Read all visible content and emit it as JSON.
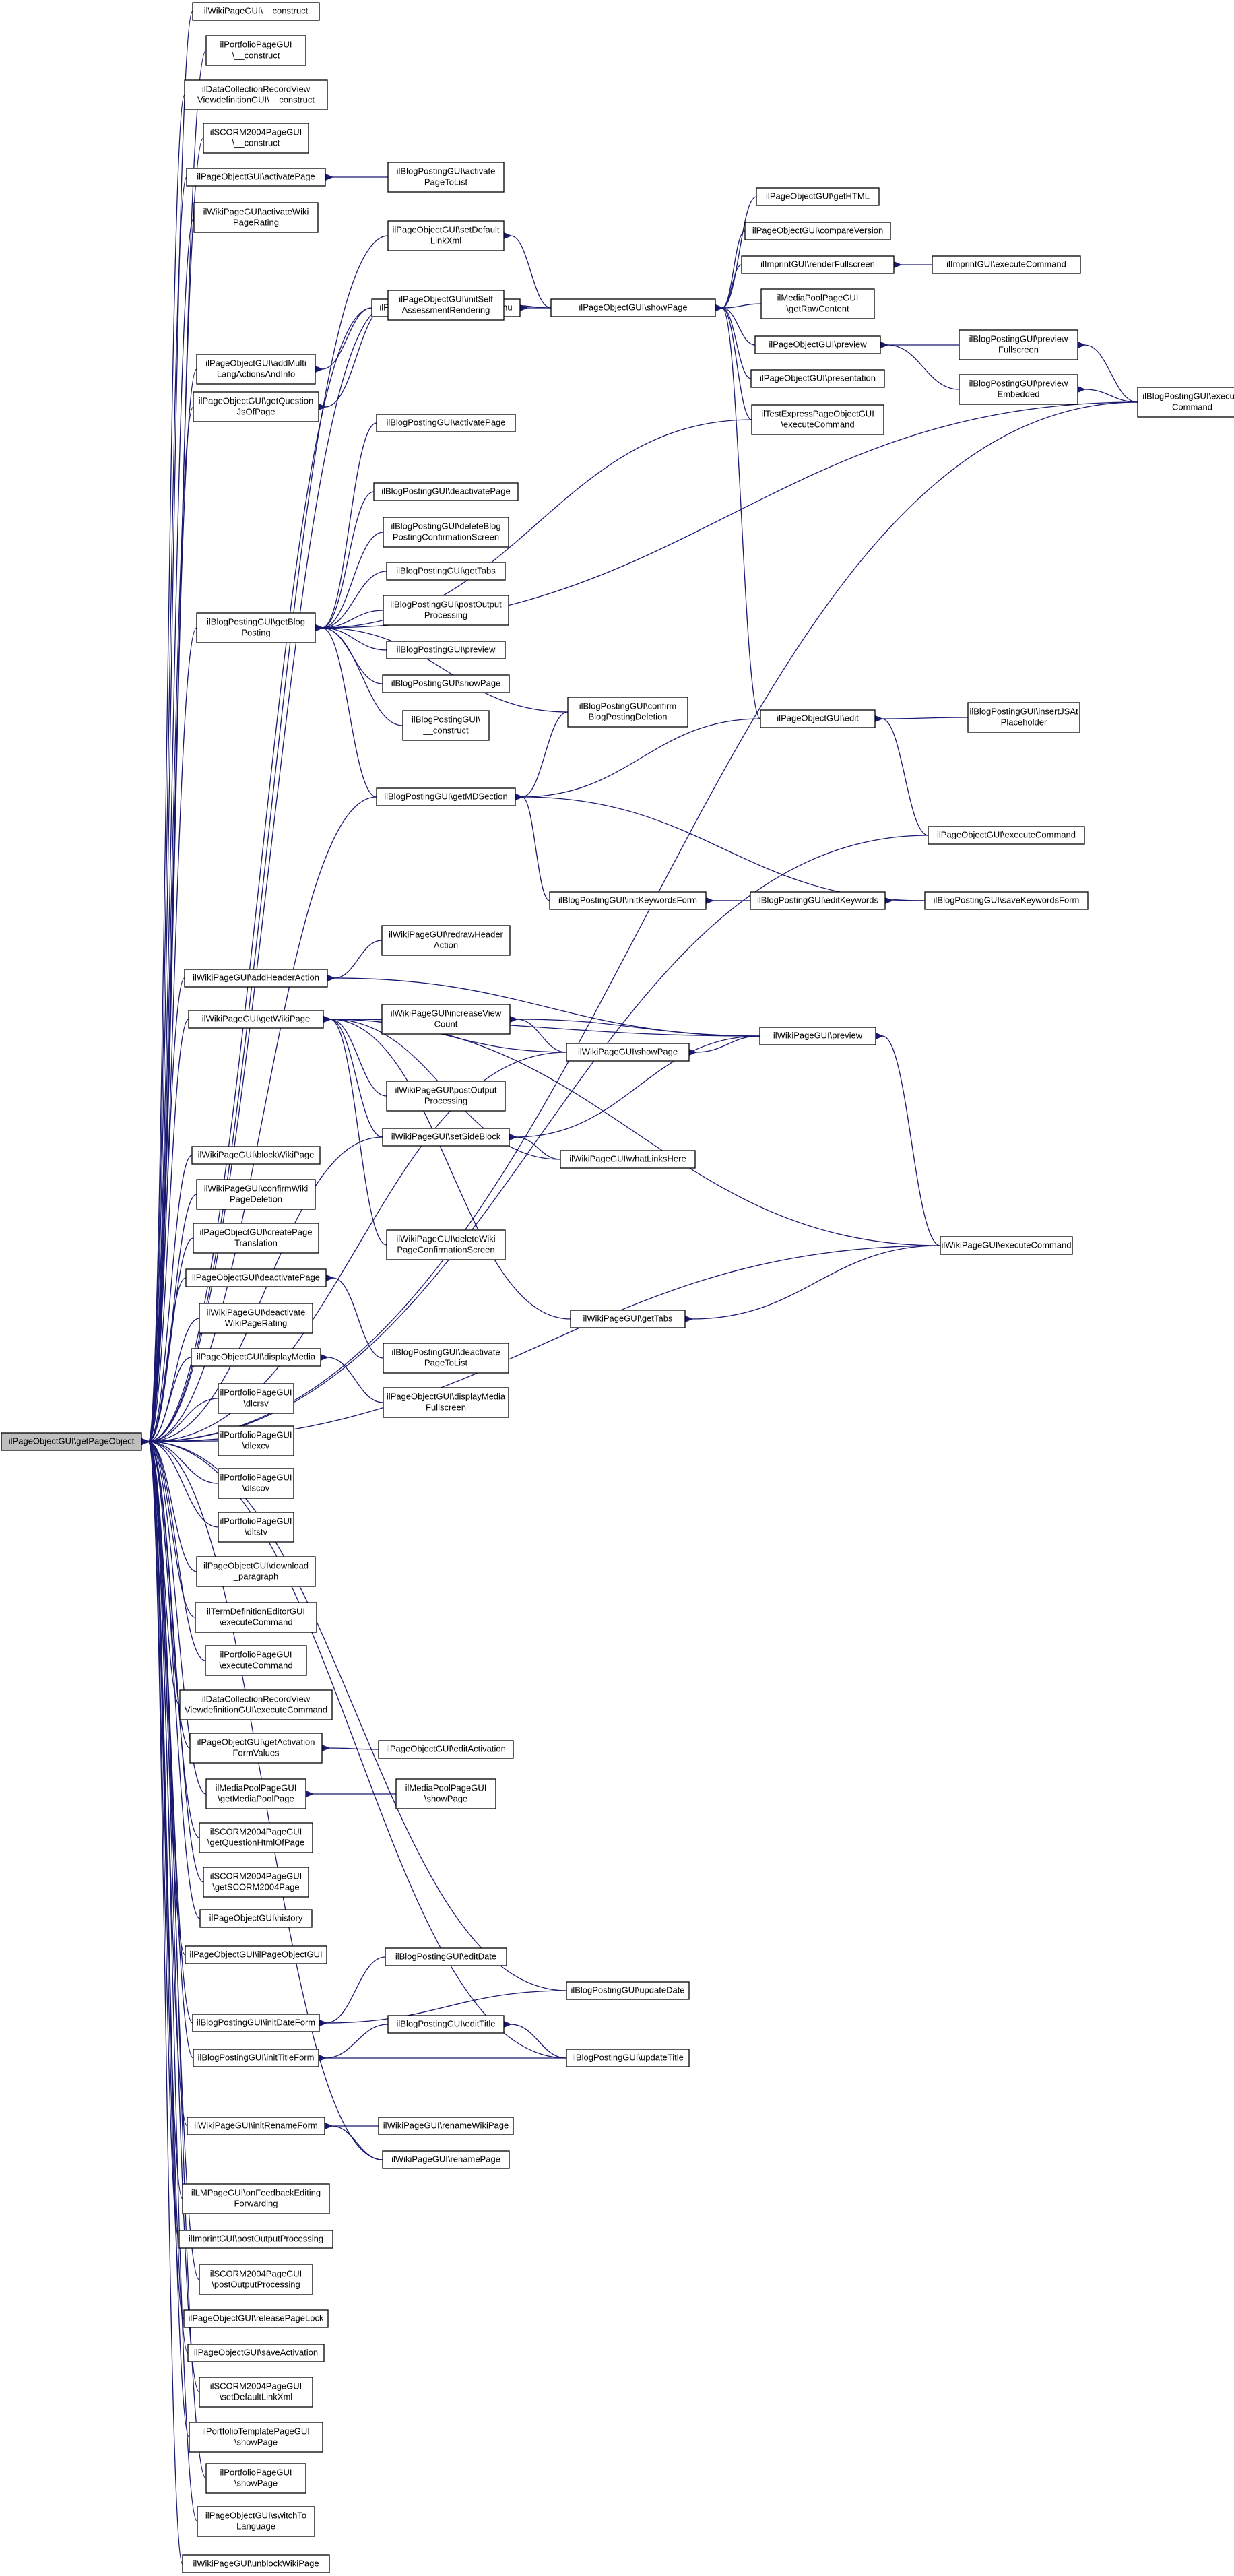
{
  "diagram": {
    "root": "ilPageObjectGUI\\getPageObject",
    "nodes": [
      {
        "id": "root",
        "lines": [
          "ilPageObjectGUI\\getPageObject"
        ]
      },
      {
        "id": "n1",
        "lines": [
          "ilWikiPageGUI\\__construct"
        ]
      },
      {
        "id": "n2",
        "lines": [
          "ilPortfolioPageGUI",
          "\\__construct"
        ]
      },
      {
        "id": "n3",
        "lines": [
          "ilDataCollectionRecordView",
          "ViewdefinitionGUI\\__construct"
        ]
      },
      {
        "id": "n4",
        "lines": [
          "ilSCORM2004PageGUI",
          "\\__construct"
        ]
      },
      {
        "id": "n5",
        "lines": [
          "ilPageObjectGUI\\activatePage"
        ]
      },
      {
        "id": "n6",
        "lines": [
          "ilBlogPostingGUI\\activate",
          "PageToList"
        ]
      },
      {
        "id": "n7",
        "lines": [
          "ilWikiPageGUI\\activateWiki",
          "PageRating"
        ]
      },
      {
        "id": "n8",
        "lines": [
          "ilPageObjectGUI\\setDefault",
          "LinkXml"
        ]
      },
      {
        "id": "n9",
        "lines": [
          "ilPageObjectGUI\\showPage"
        ]
      },
      {
        "id": "n10",
        "lines": [
          "ilPageObjectGUI\\getHTML"
        ]
      },
      {
        "id": "n11",
        "lines": [
          "ilPageObjectGUI\\compareVersion"
        ]
      },
      {
        "id": "n12",
        "lines": [
          "ilImprintGUI\\renderFullscreen"
        ]
      },
      {
        "id": "n13",
        "lines": [
          "ilImprintGUI\\executeCommand"
        ]
      },
      {
        "id": "n14",
        "lines": [
          "ilMediaPoolPageGUI",
          "\\getRawContent"
        ]
      },
      {
        "id": "n15",
        "lines": [
          "ilPageObjectGUI\\preview"
        ]
      },
      {
        "id": "n16",
        "lines": [
          "ilBlogPostingGUI\\preview",
          "Fullscreen"
        ]
      },
      {
        "id": "n17",
        "lines": [
          "ilBlogPostingGUI\\execute",
          "Command"
        ]
      },
      {
        "id": "n18",
        "lines": [
          "ilBlogPostingGUI\\preview",
          "Embedded"
        ]
      },
      {
        "id": "n19",
        "lines": [
          "ilPageObjectGUI\\presentation"
        ]
      },
      {
        "id": "n20",
        "lines": [
          "ilTestExpressPageObjectGUI",
          "\\executeCommand"
        ]
      },
      {
        "id": "n21",
        "lines": [
          "ilPageObjectGUI\\addActionsMenu"
        ]
      },
      {
        "id": "n22",
        "lines": [
          "ilPageObjectGUI\\addMulti",
          "LangActionsAndInfo"
        ]
      },
      {
        "id": "n23",
        "lines": [
          "ilPageObjectGUI\\initSelf",
          "AssessmentRendering"
        ]
      },
      {
        "id": "n24",
        "lines": [
          "ilPageObjectGUI\\getQuestion",
          "JsOfPage"
        ]
      },
      {
        "id": "n25",
        "lines": [
          "ilBlogPostingGUI\\getBlog",
          "Posting"
        ]
      },
      {
        "id": "n26",
        "lines": [
          "ilBlogPostingGUI\\activatePage"
        ]
      },
      {
        "id": "n27",
        "lines": [
          "ilBlogPostingGUI\\deactivatePage"
        ]
      },
      {
        "id": "n28",
        "lines": [
          "ilBlogPostingGUI\\deleteBlog",
          "PostingConfirmationScreen"
        ]
      },
      {
        "id": "n29",
        "lines": [
          "ilBlogPostingGUI\\getTabs"
        ]
      },
      {
        "id": "n30",
        "lines": [
          "ilBlogPostingGUI\\postOutput",
          "Processing"
        ]
      },
      {
        "id": "n31",
        "lines": [
          "ilBlogPostingGUI\\preview"
        ]
      },
      {
        "id": "n32",
        "lines": [
          "ilBlogPostingGUI\\showPage"
        ]
      },
      {
        "id": "n33",
        "lines": [
          "ilBlogPostingGUI\\",
          "__construct"
        ]
      },
      {
        "id": "n34",
        "lines": [
          "ilBlogPostingGUI\\confirm",
          "BlogPostingDeletion"
        ]
      },
      {
        "id": "n35",
        "lines": [
          "ilBlogPostingGUI\\getMDSection"
        ]
      },
      {
        "id": "n36",
        "lines": [
          "ilPageObjectGUI\\edit"
        ]
      },
      {
        "id": "n37",
        "lines": [
          "ilBlogPostingGUI\\insertJSAt",
          "Placeholder"
        ]
      },
      {
        "id": "n38",
        "lines": [
          "ilPageObjectGUI\\executeCommand"
        ]
      },
      {
        "id": "n39",
        "lines": [
          "ilBlogPostingGUI\\initKeywordsForm"
        ]
      },
      {
        "id": "n40",
        "lines": [
          "ilBlogPostingGUI\\editKeywords"
        ]
      },
      {
        "id": "n41",
        "lines": [
          "ilBlogPostingGUI\\saveKeywordsForm"
        ]
      },
      {
        "id": "n42",
        "lines": [
          "ilWikiPageGUI\\redrawHeader",
          "Action"
        ]
      },
      {
        "id": "n43",
        "lines": [
          "ilWikiPageGUI\\addHeaderAction"
        ]
      },
      {
        "id": "n44",
        "lines": [
          "ilWikiPageGUI\\getWikiPage"
        ]
      },
      {
        "id": "n45",
        "lines": [
          "ilWikiPageGUI\\increaseView",
          "Count"
        ]
      },
      {
        "id": "n46",
        "lines": [
          "ilWikiPageGUI\\preview"
        ]
      },
      {
        "id": "n47",
        "lines": [
          "ilWikiPageGUI\\showPage"
        ]
      },
      {
        "id": "n48",
        "lines": [
          "ilWikiPageGUI\\postOutput",
          "Processing"
        ]
      },
      {
        "id": "n49",
        "lines": [
          "ilWikiPageGUI\\setSideBlock"
        ]
      },
      {
        "id": "n50",
        "lines": [
          "ilWikiPageGUI\\whatLinksHere"
        ]
      },
      {
        "id": "n51",
        "lines": [
          "ilWikiPageGUI\\blockWikiPage"
        ]
      },
      {
        "id": "n52",
        "lines": [
          "ilWikiPageGUI\\deleteWiki",
          "PageConfirmationScreen"
        ]
      },
      {
        "id": "n53",
        "lines": [
          "ilWikiPageGUI\\confirmWiki",
          "PageDeletion"
        ]
      },
      {
        "id": "n54",
        "lines": [
          "ilWikiPageGUI\\executeCommand"
        ]
      },
      {
        "id": "n55",
        "lines": [
          "ilPageObjectGUI\\createPage",
          "Translation"
        ]
      },
      {
        "id": "n56",
        "lines": [
          "ilPageObjectGUI\\deactivatePage"
        ]
      },
      {
        "id": "n57",
        "lines": [
          "ilWikiPageGUI\\getTabs"
        ]
      },
      {
        "id": "n58",
        "lines": [
          "ilWikiPageGUI\\deactivate",
          "WikiPageRating"
        ]
      },
      {
        "id": "n59",
        "lines": [
          "ilBlogPostingGUI\\deactivate",
          "PageToList"
        ]
      },
      {
        "id": "n60",
        "lines": [
          "ilPageObjectGUI\\displayMedia"
        ]
      },
      {
        "id": "n61",
        "lines": [
          "ilPageObjectGUI\\displayMedia",
          "Fullscreen"
        ]
      },
      {
        "id": "n62",
        "lines": [
          "ilPortfolioPageGUI",
          "\\dlcrsv"
        ]
      },
      {
        "id": "n63",
        "lines": [
          "ilPortfolioPageGUI",
          "\\dlexcv"
        ]
      },
      {
        "id": "n64",
        "lines": [
          "ilPortfolioPageGUI",
          "\\dlscov"
        ]
      },
      {
        "id": "n65",
        "lines": [
          "ilPortfolioPageGUI",
          "\\dltstv"
        ]
      },
      {
        "id": "n66",
        "lines": [
          "ilPageObjectGUI\\download",
          "_paragraph"
        ]
      },
      {
        "id": "n67",
        "lines": [
          "ilTermDefinitionEditorGUI",
          "\\executeCommand"
        ]
      },
      {
        "id": "n68",
        "lines": [
          "ilPortfolioPageGUI",
          "\\executeCommand"
        ]
      },
      {
        "id": "n69",
        "lines": [
          "ilDataCollectionRecordView",
          "ViewdefinitionGUI\\executeCommand"
        ]
      },
      {
        "id": "n70",
        "lines": [
          "ilPageObjectGUI\\getActivation",
          "FormValues"
        ]
      },
      {
        "id": "n71",
        "lines": [
          "ilPageObjectGUI\\editActivation"
        ]
      },
      {
        "id": "n72",
        "lines": [
          "ilMediaPoolPageGUI",
          "\\getMediaPoolPage"
        ]
      },
      {
        "id": "n73",
        "lines": [
          "ilMediaPoolPageGUI",
          "\\showPage"
        ]
      },
      {
        "id": "n74",
        "lines": [
          "ilSCORM2004PageGUI",
          "\\getQuestionHtmlOfPage"
        ]
      },
      {
        "id": "n75",
        "lines": [
          "ilSCORM2004PageGUI",
          "\\getSCORM2004Page"
        ]
      },
      {
        "id": "n76",
        "lines": [
          "ilPageObjectGUI\\history"
        ]
      },
      {
        "id": "n77",
        "lines": [
          "ilPageObjectGUI\\ilPageObjectGUI"
        ]
      },
      {
        "id": "n78",
        "lines": [
          "ilBlogPostingGUI\\editDate"
        ]
      },
      {
        "id": "n79",
        "lines": [
          "ilBlogPostingGUI\\updateDate"
        ]
      },
      {
        "id": "n80",
        "lines": [
          "ilBlogPostingGUI\\initDateForm"
        ]
      },
      {
        "id": "n81",
        "lines": [
          "ilBlogPostingGUI\\editTitle"
        ]
      },
      {
        "id": "n82",
        "lines": [
          "ilBlogPostingGUI\\initTitleForm"
        ]
      },
      {
        "id": "n83",
        "lines": [
          "ilBlogPostingGUI\\updateTitle"
        ]
      },
      {
        "id": "n84",
        "lines": [
          "ilWikiPageGUI\\initRenameForm"
        ]
      },
      {
        "id": "n85",
        "lines": [
          "ilWikiPageGUI\\renameWikiPage"
        ]
      },
      {
        "id": "n86",
        "lines": [
          "ilWikiPageGUI\\renamePage"
        ]
      },
      {
        "id": "n87",
        "lines": [
          "ilLMPageGUI\\onFeedbackEditing",
          "Forwarding"
        ]
      },
      {
        "id": "n88",
        "lines": [
          "ilImprintGUI\\postOutputProcessing"
        ]
      },
      {
        "id": "n89",
        "lines": [
          "ilSCORM2004PageGUI",
          "\\postOutputProcessing"
        ]
      },
      {
        "id": "n90",
        "lines": [
          "ilPageObjectGUI\\releasePageLock"
        ]
      },
      {
        "id": "n91",
        "lines": [
          "ilPageObjectGUI\\saveActivation"
        ]
      },
      {
        "id": "n92",
        "lines": [
          "ilSCORM2004PageGUI",
          "\\setDefaultLinkXml"
        ]
      },
      {
        "id": "n93",
        "lines": [
          "ilPortfolioTemplatePageGUI",
          "\\showPage"
        ]
      },
      {
        "id": "n94",
        "lines": [
          "ilPortfolioPageGUI",
          "\\showPage"
        ]
      },
      {
        "id": "n95",
        "lines": [
          "ilPageObjectGUI\\switchTo",
          "Language"
        ]
      },
      {
        "id": "n96",
        "lines": [
          "ilWikiPageGUI\\unblockWikiPage"
        ]
      }
    ],
    "edges": [
      [
        "root",
        "n1"
      ],
      [
        "root",
        "n2"
      ],
      [
        "root",
        "n3"
      ],
      [
        "root",
        "n4"
      ],
      [
        "root",
        "n5"
      ],
      [
        "root",
        "n7"
      ],
      [
        "root",
        "n8"
      ],
      [
        "root",
        "n21"
      ],
      [
        "root",
        "n22"
      ],
      [
        "root",
        "n23"
      ],
      [
        "root",
        "n24"
      ],
      [
        "root",
        "n17"
      ],
      [
        "root",
        "n25"
      ],
      [
        "root",
        "n35"
      ],
      [
        "root",
        "n38"
      ],
      [
        "root",
        "n43"
      ],
      [
        "root",
        "n44"
      ],
      [
        "root",
        "n47"
      ],
      [
        "root",
        "n49"
      ],
      [
        "root",
        "n51"
      ],
      [
        "root",
        "n53"
      ],
      [
        "root",
        "n54"
      ],
      [
        "root",
        "n55"
      ],
      [
        "root",
        "n56"
      ],
      [
        "root",
        "n58"
      ],
      [
        "root",
        "n60"
      ],
      [
        "root",
        "n62"
      ],
      [
        "root",
        "n63"
      ],
      [
        "root",
        "n64"
      ],
      [
        "root",
        "n65"
      ],
      [
        "root",
        "n66"
      ],
      [
        "root",
        "n67"
      ],
      [
        "root",
        "n68"
      ],
      [
        "root",
        "n69"
      ],
      [
        "root",
        "n70"
      ],
      [
        "root",
        "n72"
      ],
      [
        "root",
        "n74"
      ],
      [
        "root",
        "n75"
      ],
      [
        "root",
        "n76"
      ],
      [
        "root",
        "n77"
      ],
      [
        "root",
        "n79"
      ],
      [
        "root",
        "n80"
      ],
      [
        "root",
        "n82"
      ],
      [
        "root",
        "n83"
      ],
      [
        "root",
        "n84"
      ],
      [
        "root",
        "n86"
      ],
      [
        "root",
        "n87"
      ],
      [
        "root",
        "n88"
      ],
      [
        "root",
        "n89"
      ],
      [
        "root",
        "n90"
      ],
      [
        "root",
        "n91"
      ],
      [
        "root",
        "n92"
      ],
      [
        "root",
        "n93"
      ],
      [
        "root",
        "n94"
      ],
      [
        "root",
        "n95"
      ],
      [
        "root",
        "n96"
      ],
      [
        "n5",
        "n6"
      ],
      [
        "n8",
        "n9"
      ],
      [
        "n21",
        "n9"
      ],
      [
        "n22",
        "n21"
      ],
      [
        "n23",
        "n9"
      ],
      [
        "n24",
        "n23"
      ],
      [
        "n9",
        "n10"
      ],
      [
        "n9",
        "n11"
      ],
      [
        "n9",
        "n12"
      ],
      [
        "n12",
        "n13"
      ],
      [
        "n9",
        "n14"
      ],
      [
        "n9",
        "n15"
      ],
      [
        "n15",
        "n16"
      ],
      [
        "n15",
        "n18"
      ],
      [
        "n16",
        "n17"
      ],
      [
        "n18",
        "n17"
      ],
      [
        "n9",
        "n19"
      ],
      [
        "n9",
        "n20"
      ],
      [
        "n9",
        "n36"
      ],
      [
        "n25",
        "n26"
      ],
      [
        "n25",
        "n27"
      ],
      [
        "n25",
        "n28"
      ],
      [
        "n25",
        "n29"
      ],
      [
        "n25",
        "n30"
      ],
      [
        "n25",
        "n31"
      ],
      [
        "n25",
        "n32"
      ],
      [
        "n25",
        "n33"
      ],
      [
        "n25",
        "n34"
      ],
      [
        "n25",
        "n35"
      ],
      [
        "n25",
        "n20"
      ],
      [
        "n25",
        "n17"
      ],
      [
        "n35",
        "n34"
      ],
      [
        "n35",
        "n36"
      ],
      [
        "n35",
        "n39"
      ],
      [
        "n35",
        "n41"
      ],
      [
        "n36",
        "n37"
      ],
      [
        "n36",
        "n38"
      ],
      [
        "n39",
        "n40"
      ],
      [
        "n39",
        "n41"
      ],
      [
        "n40",
        "n41"
      ],
      [
        "n43",
        "n42"
      ],
      [
        "n43",
        "n46"
      ],
      [
        "n44",
        "n45"
      ],
      [
        "n44",
        "n46"
      ],
      [
        "n44",
        "n47"
      ],
      [
        "n44",
        "n48"
      ],
      [
        "n44",
        "n49"
      ],
      [
        "n44",
        "n50"
      ],
      [
        "n44",
        "n52"
      ],
      [
        "n44",
        "n54"
      ],
      [
        "n44",
        "n57"
      ],
      [
        "n45",
        "n46"
      ],
      [
        "n45",
        "n47"
      ],
      [
        "n47",
        "n46"
      ],
      [
        "n49",
        "n46"
      ],
      [
        "n49",
        "n50"
      ],
      [
        "n46",
        "n54"
      ],
      [
        "n57",
        "n54"
      ],
      [
        "n56",
        "n59"
      ],
      [
        "n60",
        "n61"
      ],
      [
        "n70",
        "n71"
      ],
      [
        "n72",
        "n73"
      ],
      [
        "n80",
        "n78"
      ],
      [
        "n80",
        "n79"
      ],
      [
        "n82",
        "n81"
      ],
      [
        "n82",
        "n83"
      ],
      [
        "n81",
        "n83"
      ],
      [
        "n84",
        "n85"
      ],
      [
        "n84",
        "n86"
      ]
    ]
  }
}
